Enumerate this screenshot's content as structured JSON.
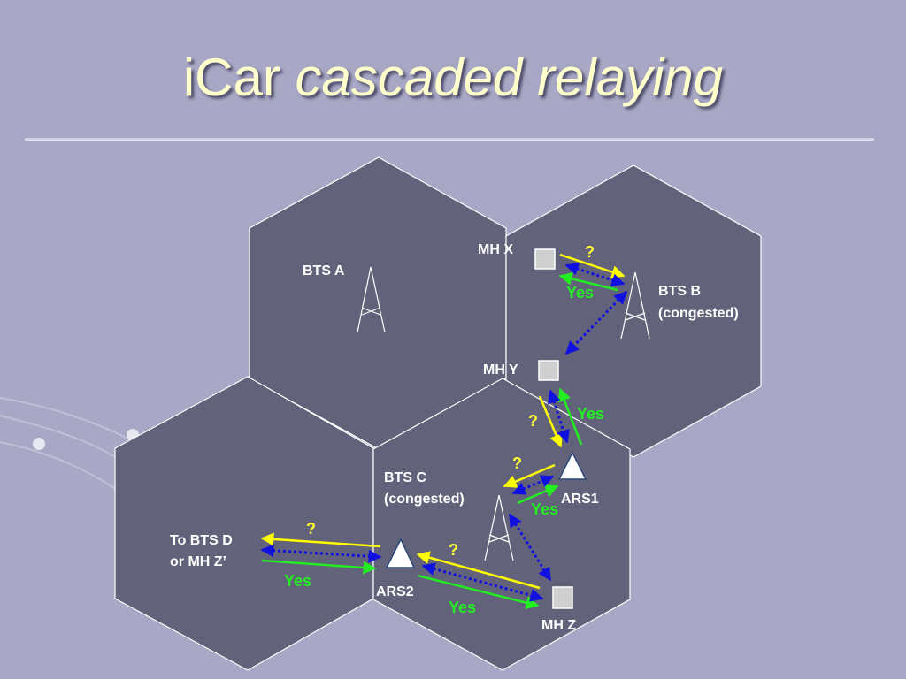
{
  "title": {
    "plain": "iCar",
    "italic": "cascaded relaying"
  },
  "colors": {
    "background": "#a8a8c6",
    "cell": "#62627a",
    "request_arrow": "#ffff00",
    "reply_arrow": "#22ee22",
    "link_arrow": "#1010e0",
    "title_text": "#ffffcc"
  },
  "icons": {
    "tower": "antenna-tower-icon",
    "relay": "relay-station-icon",
    "host": "mobile-host-icon"
  },
  "labels": {
    "bts_a": "BTS A",
    "bts_b_1": "BTS B",
    "bts_b_2": "(congested)",
    "bts_c_1": "BTS C",
    "bts_c_2": "(congested)",
    "mh_x": "MH X",
    "mh_y": "MH Y",
    "mh_z": "MH Z",
    "ars1": "ARS1",
    "ars2": "ARS2",
    "to_bts_d_1": "To BTS D",
    "to_bts_d_2": "or MH Z’"
  },
  "hops": [
    {
      "q": "?",
      "yes": "Yes"
    },
    {
      "q": "?",
      "yes": "Yes"
    },
    {
      "q": "?",
      "yes": "Yes"
    },
    {
      "q": "?",
      "yes": "Yes"
    },
    {
      "q": "?",
      "yes": "Yes"
    }
  ]
}
